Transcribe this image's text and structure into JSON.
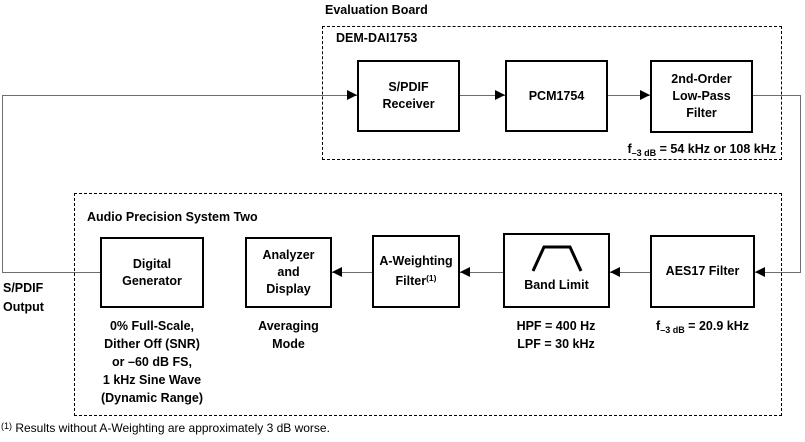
{
  "colors": {
    "ink": "#000000",
    "wire": "#6e6e6e",
    "background": "#ffffff"
  },
  "evaluation_board": {
    "title": "Evaluation Board",
    "board_label": "DEM-DAI1753",
    "blocks": {
      "spdif_receiver": "S/PDIF\nReceiver",
      "pcm1754": "PCM1754",
      "lowpass_filter": "2nd-Order\nLow-Pass\nFilter"
    },
    "cutoff": {
      "f": "f",
      "sub": "–3 dB",
      "rest": " = 54 kHz or 108 kHz"
    }
  },
  "audio_precision": {
    "title": "Audio Precision System Two",
    "blocks": {
      "digital_generator": "Digital\nGenerator",
      "analyzer_display": "Analyzer\nand\nDisplay",
      "a_weighting": {
        "line1": "A-Weighting",
        "line2": "Filter",
        "sup": "(1)"
      },
      "band_limit": "Band Limit",
      "aes17_filter": "AES17 Filter"
    },
    "captions": {
      "digital_generator": "0% Full-Scale,\nDither Off (SNR)\nor –60 dB FS,\n1 kHz Sine Wave\n(Dynamic Range)",
      "analyzer_display": "Averaging\nMode",
      "band_limit": "HPF = 400 Hz\nLPF = 30 kHz",
      "aes17": {
        "f": "f",
        "sub": "–3 dB",
        "rest": " = 20.9 kHz"
      }
    }
  },
  "labels": {
    "spdif_output": "S/PDIF\nOutput"
  },
  "footnote": {
    "sup": "(1)",
    "text": " Results without A-Weighting are approximately 3 dB worse."
  }
}
